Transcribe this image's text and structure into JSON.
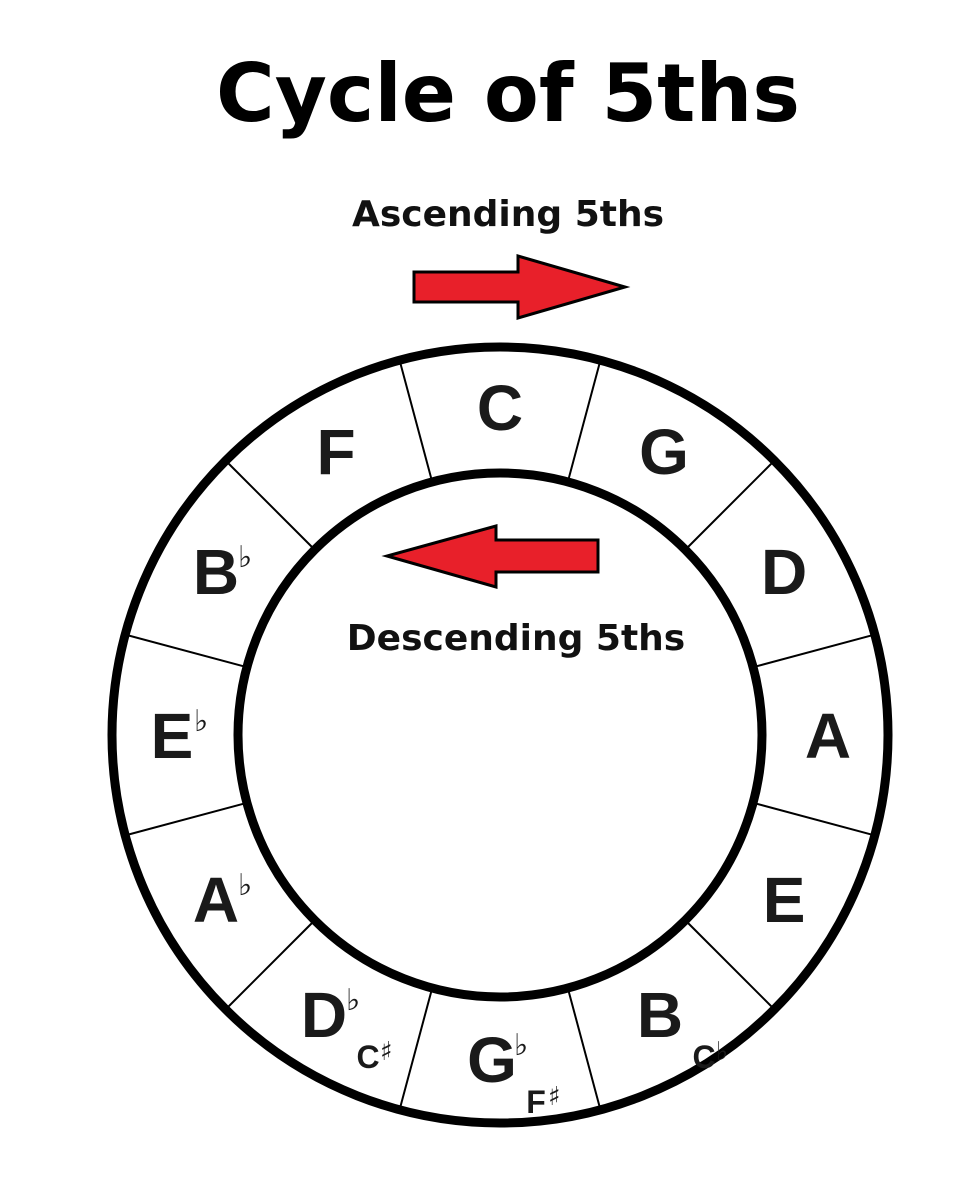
{
  "title": "Cycle of 5ths",
  "ascending_label": "Ascending 5ths",
  "descending_label": "Descending 5ths",
  "arrow_color": "#e8202a",
  "ring": {
    "segments": [
      {
        "note": "C",
        "accidental": "",
        "enharmonic": "",
        "enharmonic_accidental": ""
      },
      {
        "note": "G",
        "accidental": "",
        "enharmonic": "",
        "enharmonic_accidental": ""
      },
      {
        "note": "D",
        "accidental": "",
        "enharmonic": "",
        "enharmonic_accidental": ""
      },
      {
        "note": "A",
        "accidental": "",
        "enharmonic": "",
        "enharmonic_accidental": ""
      },
      {
        "note": "E",
        "accidental": "",
        "enharmonic": "",
        "enharmonic_accidental": ""
      },
      {
        "note": "B",
        "accidental": "",
        "enharmonic": "C",
        "enharmonic_accidental": "♭"
      },
      {
        "note": "G",
        "accidental": "♭",
        "enharmonic": "F",
        "enharmonic_accidental": "♯"
      },
      {
        "note": "D",
        "accidental": "♭",
        "enharmonic": "C",
        "enharmonic_accidental": "♯"
      },
      {
        "note": "A",
        "accidental": "♭",
        "enharmonic": "",
        "enharmonic_accidental": ""
      },
      {
        "note": "E",
        "accidental": "♭",
        "enharmonic": "",
        "enharmonic_accidental": ""
      },
      {
        "note": "B",
        "accidental": "♭",
        "enharmonic": "",
        "enharmonic_accidental": ""
      },
      {
        "note": "F",
        "accidental": "",
        "enharmonic": "",
        "enharmonic_accidental": ""
      }
    ]
  }
}
